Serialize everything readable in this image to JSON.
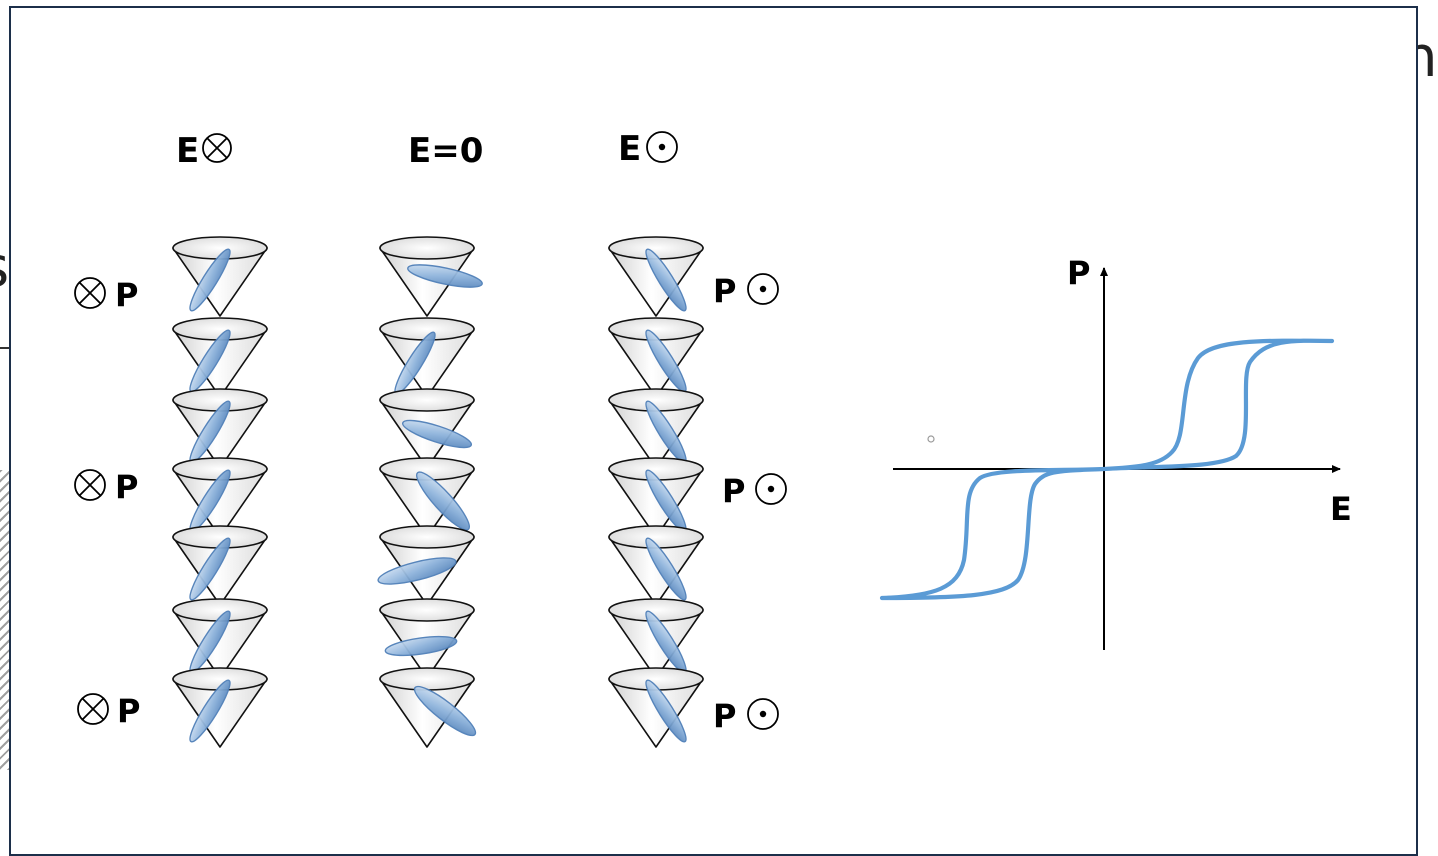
{
  "background": {
    "fragment_right": "ni",
    "fragment_left": "s"
  },
  "columns": [
    {
      "field_label": "E",
      "field_symbol": "cross-circle-icon",
      "state": "tilted-left"
    },
    {
      "field_label": "E=0",
      "field_symbol": "",
      "state": "random"
    },
    {
      "field_label": "E",
      "field_symbol": "dot-circle-icon",
      "state": "tilted-right"
    }
  ],
  "polarization_labels": {
    "left": [
      "P",
      "P",
      "P"
    ],
    "right": [
      "P",
      "P",
      "P"
    ]
  },
  "hysteresis": {
    "y_axis_label": "P",
    "x_axis_label": "E",
    "curve_color": "#5b9bd5"
  },
  "colors": {
    "cone_fill": "#ececec",
    "ellipse_fill": "#8fb4dc",
    "ellipse_edge": "#4f7fb8",
    "frame": "#1c2f4a"
  }
}
